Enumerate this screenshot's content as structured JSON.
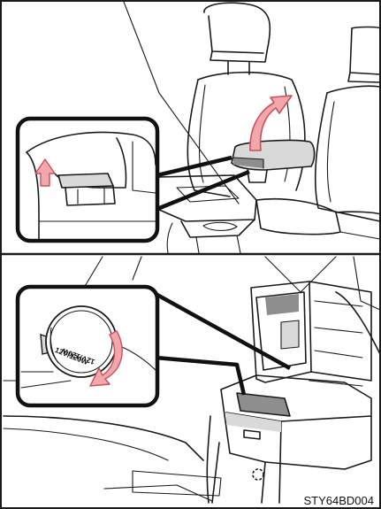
{
  "figure": {
    "code": "STY64BD004",
    "outlet_rating_top": "12V/120W",
    "outlet_rating_bottom": "12V/120W",
    "colors": {
      "arrow": "#f2a7ad",
      "arrow_stroke": "#c8505a",
      "shade": "#d9d9d9",
      "line": "#1a1a1a"
    }
  }
}
